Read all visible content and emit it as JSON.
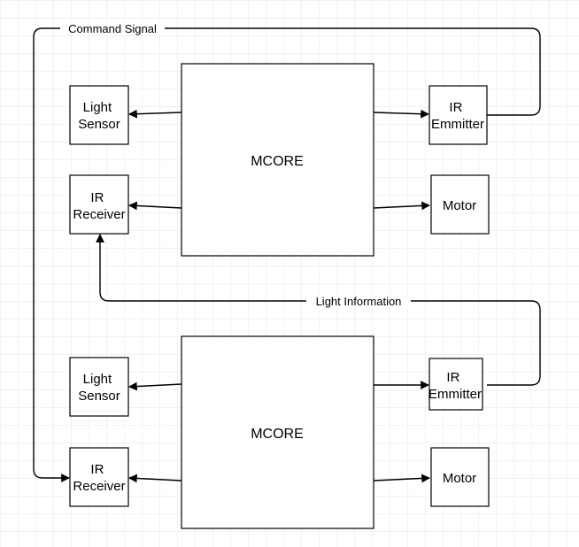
{
  "diagram": {
    "top": {
      "core": "MCORE",
      "light_sensor": [
        "Light",
        "Sensor"
      ],
      "ir_receiver": [
        "IR",
        "Receiver"
      ],
      "ir_emitter": [
        "IR",
        "Emmitter"
      ],
      "motor": "Motor"
    },
    "bottom": {
      "core": "MCORE",
      "light_sensor": [
        "Light",
        "Sensor"
      ],
      "ir_receiver": [
        "IR",
        "Receiver"
      ],
      "ir_emitter": [
        "IR",
        "Emmitter"
      ],
      "motor": "Motor"
    },
    "edges": {
      "command_signal": "Command Signal",
      "light_information": "Light Information"
    }
  }
}
